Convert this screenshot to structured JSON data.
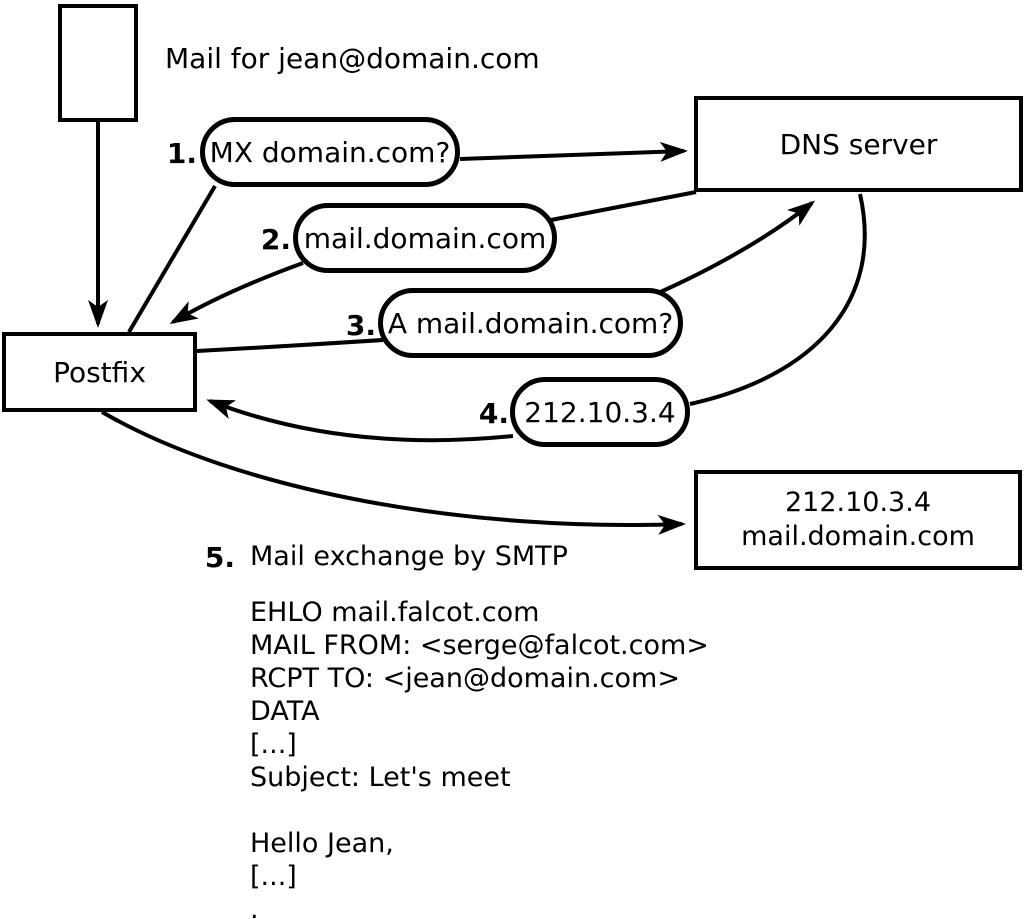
{
  "note": {
    "mail_for": "Mail for jean@domain.com"
  },
  "nodes": {
    "postfix": {
      "label": "Postfix"
    },
    "dns_server": {
      "label": "DNS server"
    },
    "mail_server": {
      "ip": "212.10.3.4",
      "hostname": "mail.domain.com"
    }
  },
  "steps": [
    {
      "num": "1.",
      "label": "MX domain.com?"
    },
    {
      "num": "2.",
      "label": "mail.domain.com"
    },
    {
      "num": "3.",
      "label": "A mail.domain.com?"
    },
    {
      "num": "4.",
      "label": "212.10.3.4"
    },
    {
      "num": "5.",
      "label": "Mail exchange by SMTP"
    }
  ],
  "smtp": {
    "lines": [
      "EHLO mail.falcot.com",
      "MAIL FROM: <serge@falcot.com>",
      "RCPT TO: <jean@domain.com>",
      "DATA",
      "[...]",
      "Subject: Let's meet",
      "",
      "Hello Jean,",
      "[...]",
      "."
    ]
  },
  "colors": {
    "stroke": "#000000",
    "background": "#ffffff"
  }
}
